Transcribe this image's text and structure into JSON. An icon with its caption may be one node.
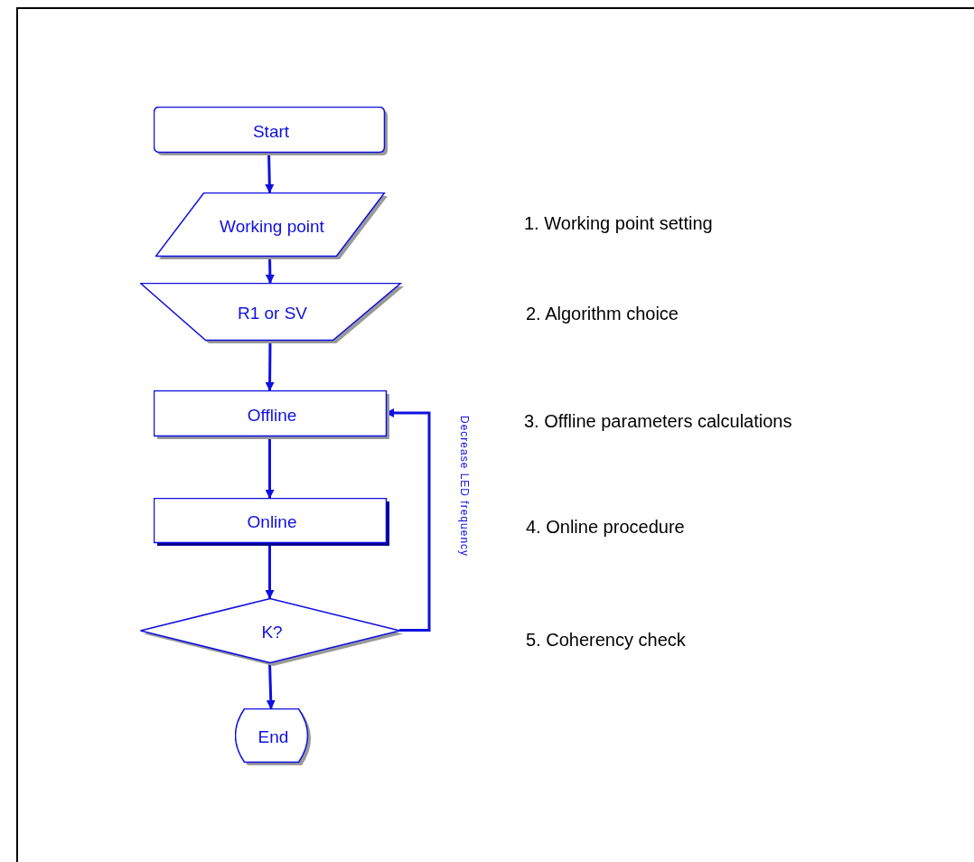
{
  "diagram": {
    "nodes": [
      {
        "text": [
          "Start"
        ]
      },
      {
        "text": [
          "Working point"
        ]
      },
      {
        "text": [
          "R1 or SV"
        ]
      },
      {
        "text": [
          "Offline"
        ]
      },
      {
        "text": [
          "Online"
        ]
      },
      {
        "text": [
          "K?"
        ]
      },
      {
        "text": [
          "End"
        ]
      }
    ],
    "edges": [
      {
        "from": 0,
        "to": 1,
        "arrow": "to"
      },
      {
        "from": 1,
        "to": 2,
        "arrow": "to"
      },
      {
        "from": 2,
        "to": 3,
        "arrow": "to"
      },
      {
        "from": 3,
        "to": 4,
        "arrow": "to"
      },
      {
        "from": 4,
        "to": 5,
        "arrow": "to"
      },
      {
        "from": 5,
        "to": 6,
        "arrow": "to"
      },
      {
        "from": 5,
        "to": 3,
        "arrow": "to",
        "label": "Decrease LED frequency"
      }
    ],
    "labels": [
      "1. Working point setting",
      "2. Algorithm choice",
      "3. Offline parameters calculations",
      "4. Online procedure",
      "5. Coherency check"
    ]
  }
}
